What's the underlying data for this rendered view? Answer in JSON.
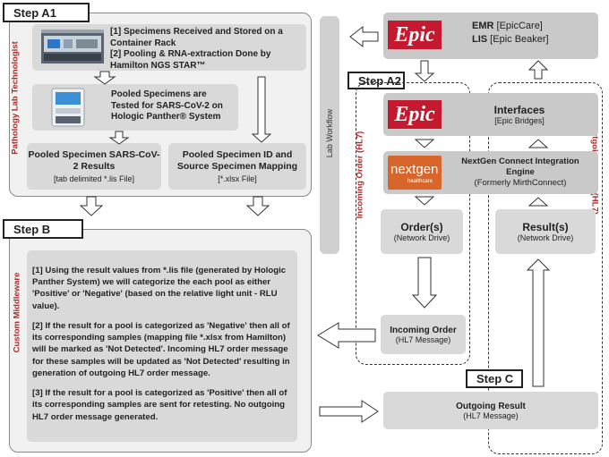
{
  "steps": {
    "a1": "Step A1",
    "a2": "Step A2",
    "b": "Step B",
    "c": "Step C"
  },
  "side_labels": {
    "pathology": "Pathology Lab Technologist",
    "middleware": "Custom Middleware",
    "incoming": "Incoming Order (HL7)",
    "outgoing": "Outgoing Result (HL7)",
    "lab_workflow": "Lab Workflow"
  },
  "a1": {
    "specimens_line1": "[1] Specimens Received and Stored  on a Container Rack",
    "specimens_line2": "[2] Pooling & RNA-extraction Done by Hamilton NGS STAR™",
    "panther": "Pooled Specimens are Tested for SARS-CoV-2 on Hologic Panther® System",
    "results_title": "Pooled Specimen SARS-CoV-2 Results",
    "results_sub": "[tab delimited *.lis File]",
    "mapping_title": "Pooled Specimen ID and Source Specimen Mapping",
    "mapping_sub": "[*.xlsx File]"
  },
  "epic": {
    "logo": "Epic",
    "emr_bold": "EMR",
    "emr_rest": " [EpicCare]",
    "lis_bold": "LIS",
    "lis_rest": " [Epic Beaker]",
    "interfaces": "Interfaces",
    "interfaces_sub": "[Epic Bridges]"
  },
  "nextgen": {
    "logo_main": "nextgen",
    "logo_sub": "healthcare",
    "title": "NextGen Connect Integration Engine",
    "sub": "(Formerly MirthConnect)"
  },
  "orders": {
    "title": "Order(s)",
    "sub": "(Network Drive)"
  },
  "results": {
    "title": "Result(s)",
    "sub": "(Network Drive)"
  },
  "incoming_order": {
    "title": "Incoming Order",
    "sub": "(HL7 Message)"
  },
  "outgoing_result": {
    "title": "Outgoing Result",
    "sub": "(HL7 Message)"
  },
  "b": {
    "p1": "[1]  Using  the result values from *.lis file (generated by Hologic Panther System) we will categorize the each pool as either 'Positive' or 'Negative' (based on the relative light unit - RLU value).",
    "p2": "[2]  If the result for a pool is categorized as 'Negative' then all of its corresponding samples (mapping file *.xlsx from Hamilton)  will be marked as 'Not Detected'.  Incoming HL7 order message  for these samples will be updated  as 'Not Detected' resulting in generation of outgoing HL7 order message.",
    "p3": "[3] If the result for a pool is categorized as 'Positive' then all of its corresponding samples are sent for retesting. No outgoing HL7 order message generated."
  },
  "colors": {
    "label_red": "#b02a2a",
    "epic_red": "#c4192f",
    "nextgen_orange": "#d8662a"
  }
}
